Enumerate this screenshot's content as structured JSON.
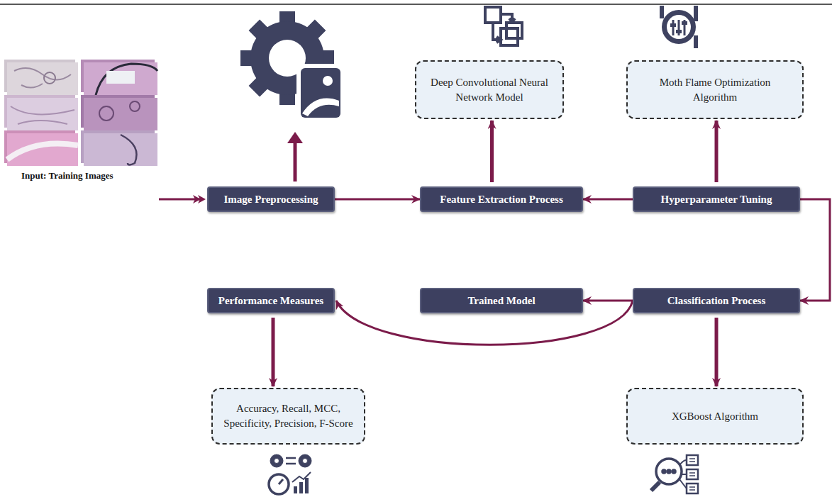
{
  "diagram": {
    "nodes": [
      {
        "text": [
          "Deep Convolutional Neural Network Model"
        ]
      },
      {
        "text": [
          "Moth Flame Optimization Algorithm"
        ]
      },
      {
        "text": [
          "Image Preprocessing"
        ]
      },
      {
        "text": [
          "Feature Extraction Process"
        ]
      },
      {
        "text": [
          "Hyperparameter Tuning"
        ]
      },
      {
        "text": [
          "Performance Measures"
        ]
      },
      {
        "text": [
          "Trained Model"
        ]
      },
      {
        "text": [
          "Classification Process"
        ]
      },
      {
        "text": [
          "Accuracy, Recall, MCC, Specificity, Precision, F-Score"
        ]
      },
      {
        "text": [
          "XGBoost Algorithm"
        ]
      }
    ],
    "edges": [
      {
        "from": 2,
        "to": 3,
        "arrow": "to"
      },
      {
        "from": 3,
        "to": 0,
        "arrow": "to"
      },
      {
        "from": 4,
        "to": 3,
        "arrow": "to"
      },
      {
        "from": 4,
        "to": 1,
        "arrow": "to"
      },
      {
        "from": 4,
        "to": 7,
        "arrow": "to"
      },
      {
        "from": 7,
        "to": 6,
        "arrow": "to"
      },
      {
        "from": 7,
        "to": 5,
        "arrow": "to"
      },
      {
        "from": 5,
        "to": 8,
        "arrow": "to"
      },
      {
        "from": 7,
        "to": 9,
        "arrow": "to"
      }
    ],
    "labels": [
      "Input: Training Images"
    ]
  }
}
